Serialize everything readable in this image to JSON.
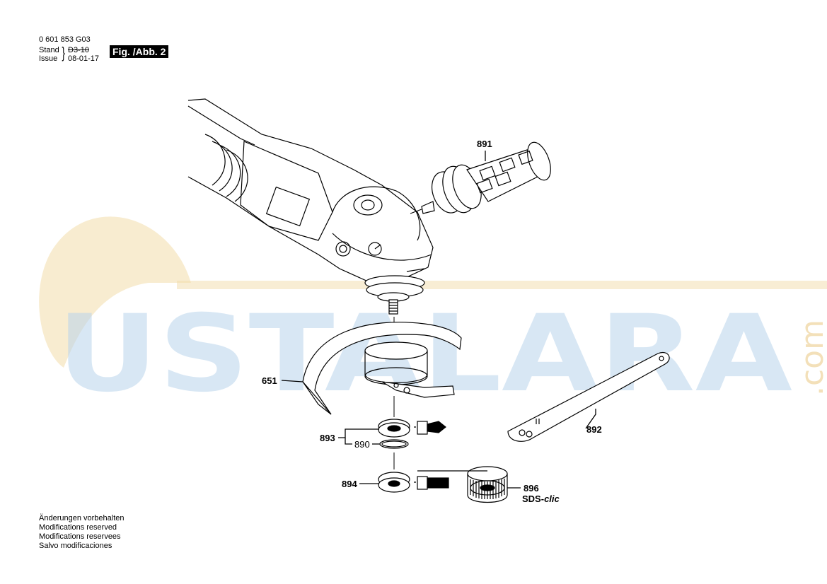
{
  "header": {
    "part_number": "0 601 853 G03",
    "stand_label": "Stand",
    "issue_label": "Issue",
    "stand_value": "D3-10",
    "issue_value": "08-01-17",
    "figure_label": "Fig. /Abb. 2"
  },
  "watermark": {
    "text": "USTALARA",
    "suffix": ".com"
  },
  "parts": {
    "p891": "891",
    "p651": "651",
    "p893": "893",
    "p890": "890",
    "p892": "892",
    "p894": "894",
    "p896": "896",
    "sds_prefix": "SDS-",
    "sds_suffix": "clic"
  },
  "footer": {
    "lines": [
      "Änderungen vorbehalten",
      "Modifications reserved",
      "Modifications reservees",
      "Salvo modificaciones"
    ]
  }
}
